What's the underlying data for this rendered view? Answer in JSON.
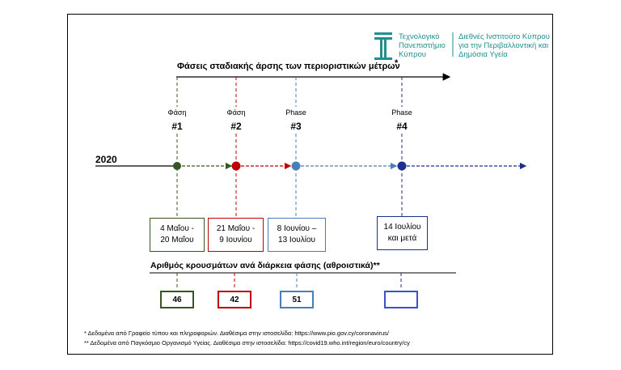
{
  "logo": {
    "left_lines": [
      "Τεχνολογικό",
      "Πανεπιστήμιο",
      "Κύπρου"
    ],
    "right_lines": [
      "Διεθνές Ινστιτούτο Κύπρου",
      "για την Περιβαλλοντική και",
      "Δημόσια Υγεία"
    ]
  },
  "title": "Φάσεις σταδιακής άρσης των περιοριστικών μέτρων",
  "title_note": "*",
  "year": "2020",
  "phases": [
    {
      "label": "Φάση",
      "number": "#1",
      "dates": [
        "4 Μαΐου -",
        "20 Μαΐου"
      ],
      "cases": "46",
      "color": "#375623"
    },
    {
      "label": "Φάση",
      "number": "#2",
      "dates": [
        "21 Μαΐου -",
        "9 Ιουνίου"
      ],
      "cases": "42",
      "color": "#c00000"
    },
    {
      "label": "Phase",
      "number": "#3",
      "dates": [
        "8 Ιουνίου –",
        "13 Ιουλίου"
      ],
      "cases": "51",
      "color": "#4a7ebb"
    },
    {
      "label": "Phase",
      "number": "#4",
      "dates": [
        "14 Ιουλίου",
        "και μετά"
      ],
      "cases": "",
      "color": "#1f2f8f"
    }
  ],
  "cases_title": "Αριθμός κρουσμάτων ανά διάρκεια φάσης (αθροιστικά)**",
  "footnotes": [
    "* Δεδομένα από Γραφείο τύπου και πληροφοριών. Διαθέσιμα στην ιστοσελίδα: https://www.pio.gov.cy/coronavirus/",
    "** Δεδομένα από Παγκόσμιο Οργανισμό Υγείας. Διαθέσιμα στην ιστοσελίδα: https://covid19.who.int/region/euro/country/cy"
  ]
}
